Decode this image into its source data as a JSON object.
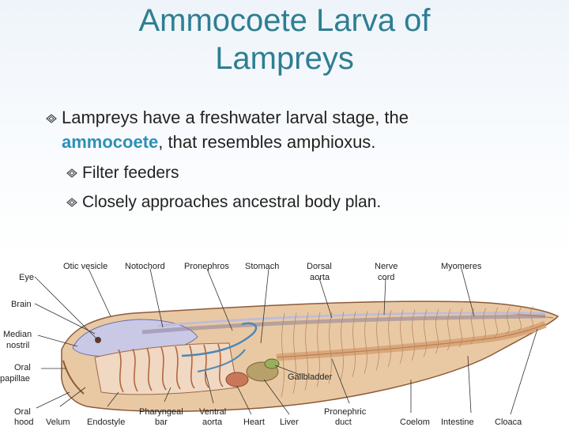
{
  "title": {
    "line1": "Ammocoete Larva of",
    "line2": "Lampreys"
  },
  "bullets": {
    "main_before": "Lampreys have a freshwater larval stage, the",
    "main_keyword": "ammocoete",
    "main_after": ", that resembles amphioxus.",
    "sub1": "Filter feeders",
    "sub2": "Closely approaches ancestral body plan."
  },
  "diagram_labels": {
    "otic_vesicle": "Otic vesicle",
    "notochord": "Notochord",
    "pronephros": "Pronephros",
    "stomach": "Stomach",
    "dorsal_1": "Dorsal",
    "dorsal_2": "aorta",
    "nerve_1": "Nerve",
    "nerve_2": "cord",
    "myomeres": "Myomeres",
    "eye": "Eye",
    "brain": "Brain",
    "median_1": "Median",
    "median_2": "nostril",
    "oral_papillae_1": "Oral",
    "oral_papillae_2": "papillae",
    "oral_hood_1": "Oral",
    "oral_hood_2": "hood",
    "velum": "Velum",
    "endostyle": "Endostyle",
    "pharyngeal_1": "Pharyngeal",
    "pharyngeal_2": "bar",
    "ventral_1": "Ventral",
    "ventral_2": "aorta",
    "heart": "Heart",
    "liver": "Liver",
    "gallbladder": "Gallbladder",
    "pronephric_1": "Pronephric",
    "pronephric_2": "duct",
    "coelom": "Coelom",
    "intestine": "Intestine",
    "cloaca": "Cloaca"
  }
}
